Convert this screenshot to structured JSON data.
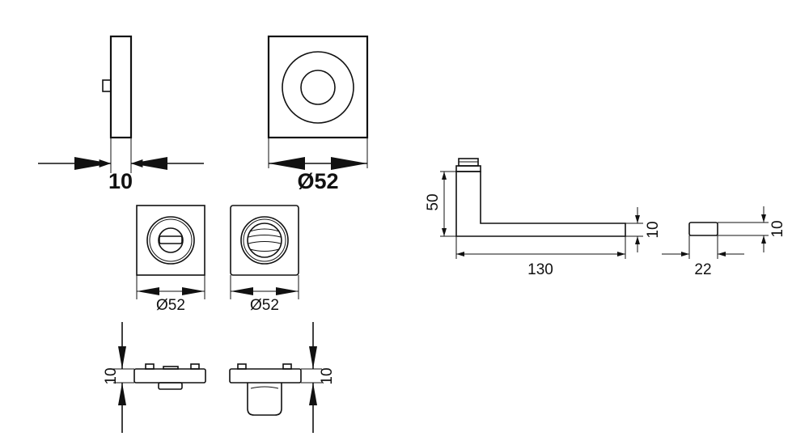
{
  "dimensions": {
    "rose_side_thickness": "10",
    "rose_front_diameter": "Ø52",
    "wc_turn_rose_diameter": "Ø52",
    "wc_release_rose_diameter": "Ø52",
    "wc_turn_side_thickness": "10",
    "wc_release_side_thickness": "10",
    "handle_height": "50",
    "handle_length": "130",
    "handle_bar_thickness": "10",
    "handle_end_thickness": "10",
    "handle_end_width": "22"
  },
  "colors": {
    "line": "#111111",
    "background": "#ffffff"
  }
}
